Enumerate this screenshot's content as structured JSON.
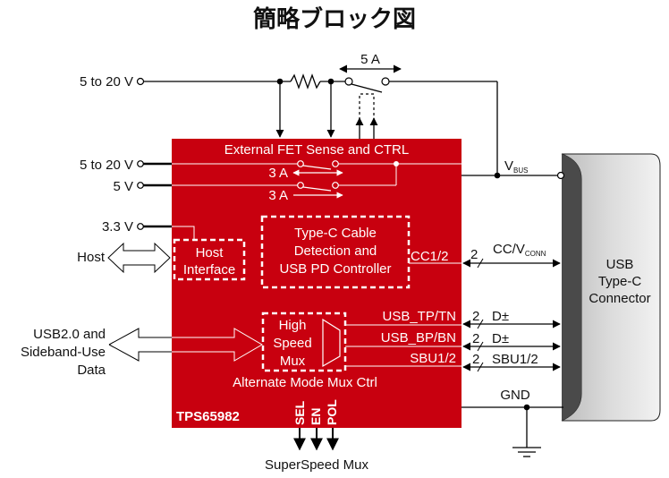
{
  "title": "簡略ブロック図",
  "colors": {
    "chip_fill": "#c8000f",
    "line": "#000000",
    "white": "#ffffff",
    "connector_dark": "#4a4a4a",
    "connector_light": "#e6e6e6"
  },
  "external_inputs": {
    "vin_top": "5 to 20 V",
    "vin_mid": "5 to 20 V",
    "v5": "5 V",
    "v33": "3.3 V",
    "host": "Host",
    "usb_data_line1": "USB2.0 and",
    "usb_data_line2": "Sideband-Use",
    "usb_data_line3": "Data"
  },
  "external_switch": {
    "current_label": "5 A"
  },
  "chip": {
    "name": "TPS65982",
    "fet_block_label": "External FET Sense and  CTRL",
    "switch1_current": "3 A",
    "switch2_current": "3 A",
    "host_interface_line1": "Host",
    "host_interface_line2": "Interface",
    "pd_line1": "Type-C Cable",
    "pd_line2": "Detection and",
    "pd_line3": "USB PD Controller",
    "cc_pin": "CC1/2",
    "mux_line1": "High",
    "mux_line2": "Speed",
    "mux_line3": "Mux",
    "usb_tp_pin": "USB_TP/TN",
    "usb_bp_pin": "USB_BP/BN",
    "sbu_pin": "SBU1/2",
    "alt_mode_label": "Alternate Mode Mux Ctrl",
    "ctrl_pins": [
      "SEL",
      "EN",
      "POL"
    ]
  },
  "signals": {
    "vbus_main": "V",
    "vbus_sub": "BUS",
    "cc_count": "2",
    "cc_main": "CC/V",
    "cc_sub": "CONN",
    "d1_count": "2",
    "d1_label": "D±",
    "d2_count": "2",
    "d2_label": "D±",
    "sbu_count": "2",
    "sbu_label": "SBU1/2",
    "gnd": "GND",
    "superspeed_mux": "SuperSpeed Mux"
  },
  "connector": {
    "line1": "USB",
    "line2": "Type-C",
    "line3": "Connector"
  }
}
